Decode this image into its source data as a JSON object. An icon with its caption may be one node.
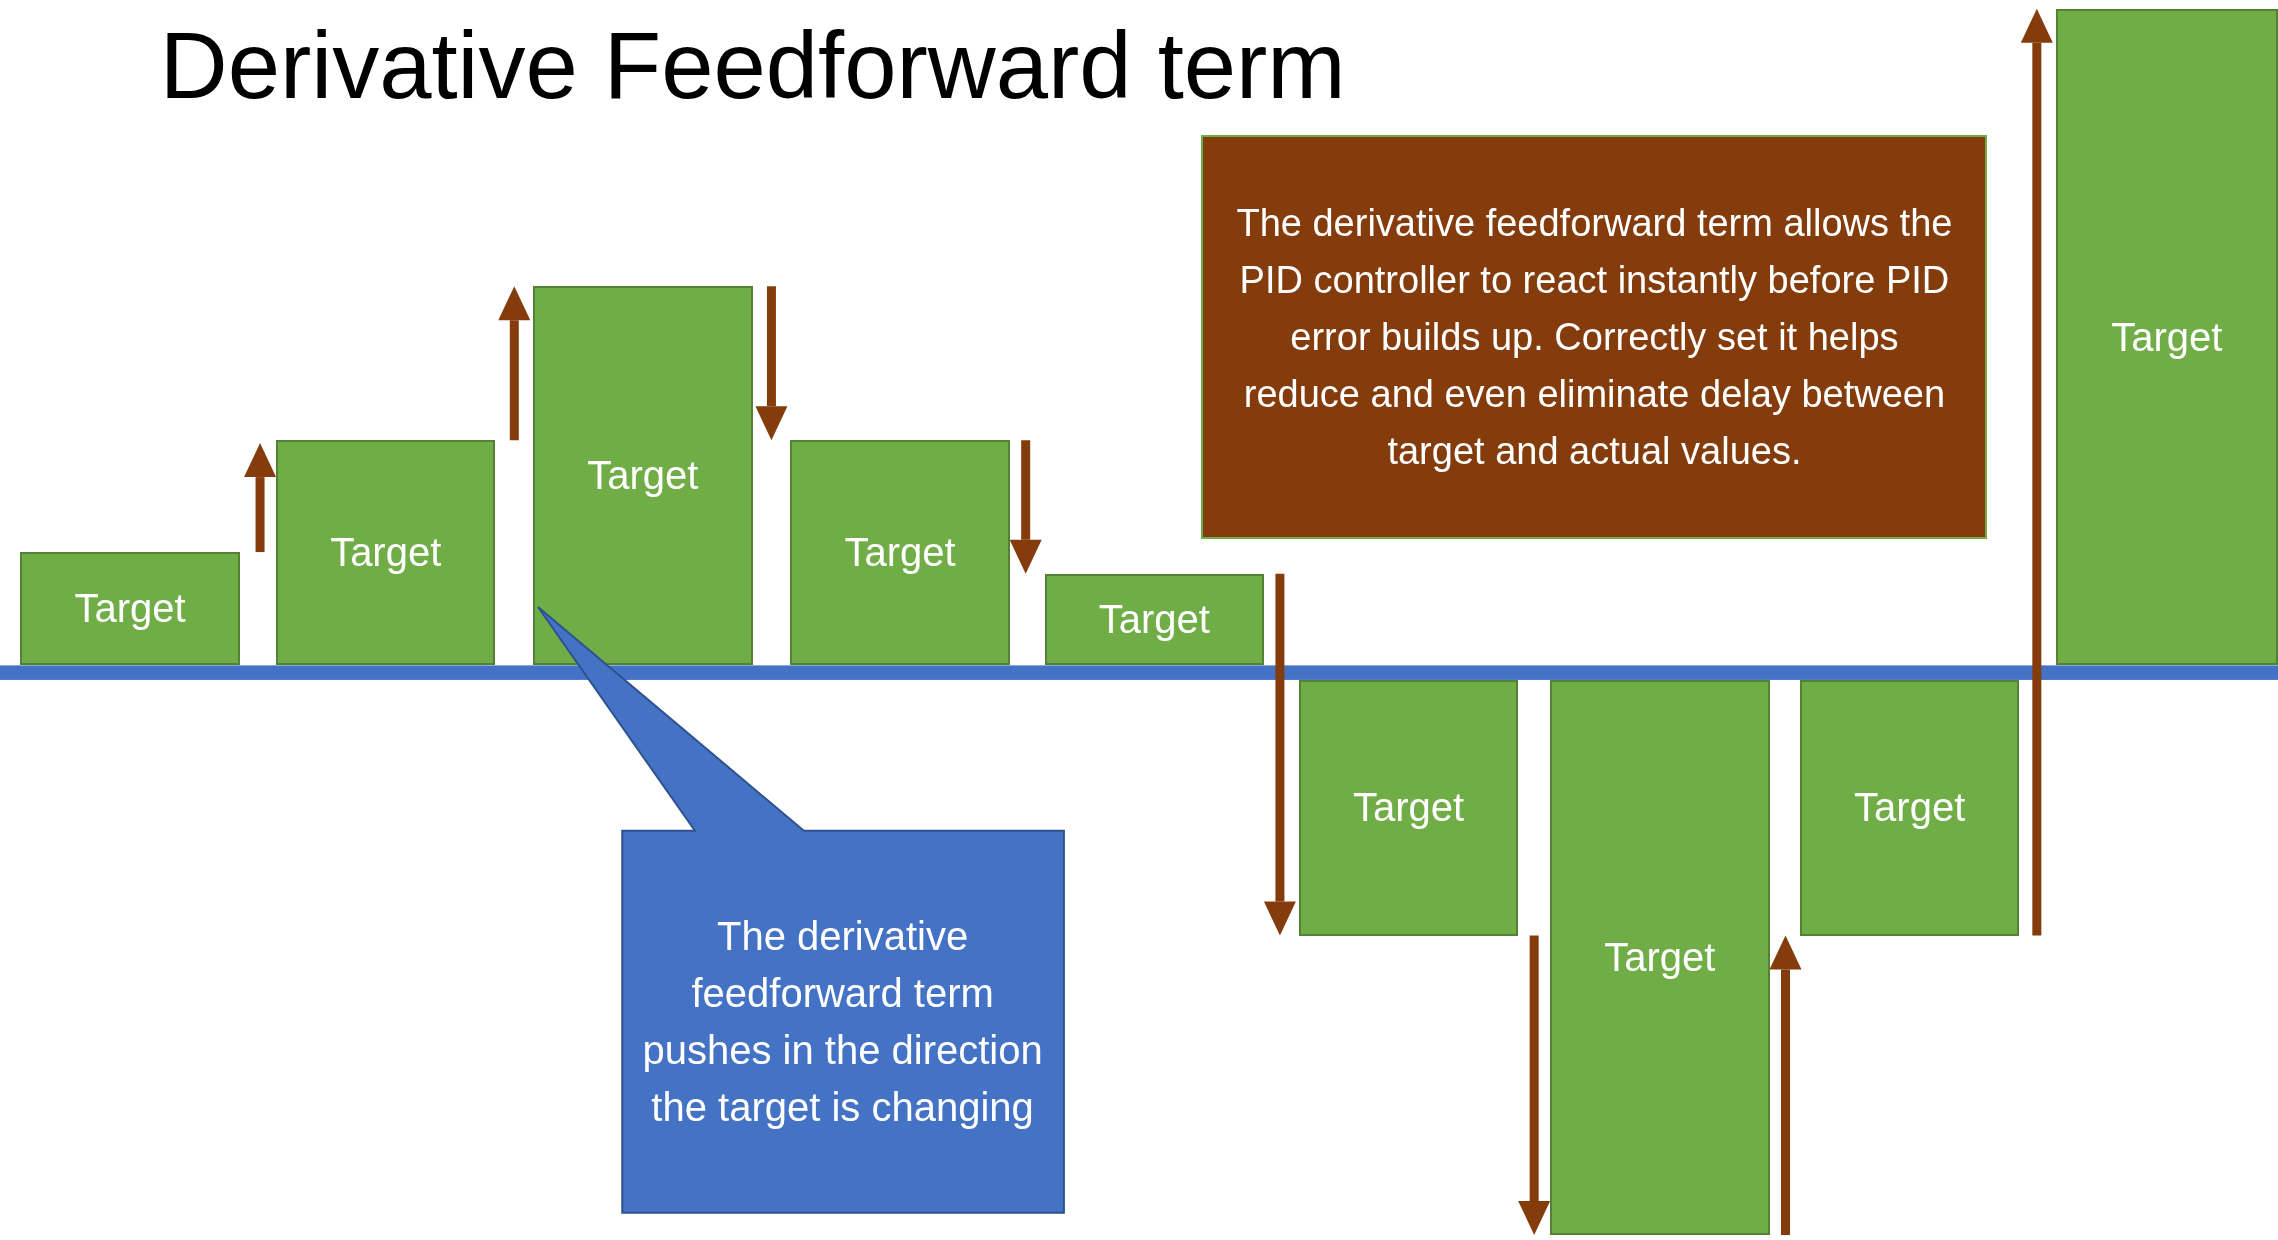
{
  "diagram": {
    "title": "Derivative Feedforward term",
    "nodes": [
      {
        "text": [
          "Target"
        ]
      },
      {
        "text": [
          "Target"
        ]
      },
      {
        "text": [
          "Target"
        ]
      },
      {
        "text": [
          "Target"
        ]
      },
      {
        "text": [
          "Target"
        ]
      },
      {
        "text": [
          "Target"
        ]
      },
      {
        "text": [
          "Target"
        ]
      },
      {
        "text": [
          "Target"
        ]
      },
      {
        "text": [
          "Target"
        ]
      },
      {
        "text": [
          "The derivative feedforward term allows the PID controller to react instantly before PID error builds up. Correctly set it helps reduce and even eliminate delay between target and actual values."
        ]
      },
      {
        "text": [
          "The derivative feedforward term pushes in the direction the target is changing"
        ]
      }
    ],
    "edges": []
  }
}
